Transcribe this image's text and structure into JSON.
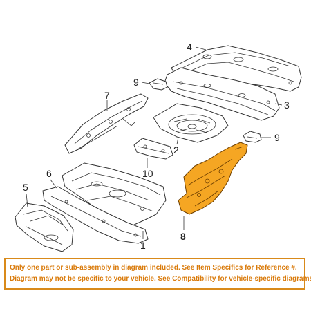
{
  "diagram": {
    "callouts": {
      "c1": "1",
      "c2": "2",
      "c3": "3",
      "c4": "4",
      "c5": "5",
      "c6": "6",
      "c7": "7",
      "c8": "8",
      "c9a": "9",
      "c9b": "9",
      "c10": "10"
    },
    "highlight_color": "#f5a623"
  },
  "disclaimer": {
    "line1": "Only one part or sub-assembly in diagram included. See Item Specifics for Reference #.",
    "line2": "Diagram may not be specific to your vehicle. See Compatibility for vehicle-specific diagrams.",
    "border_color": "#d98a1a",
    "text_color": "#d97a0a"
  }
}
